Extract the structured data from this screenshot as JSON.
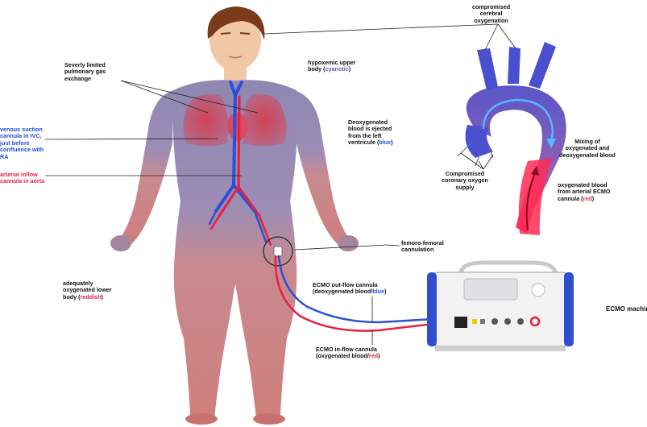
{
  "labels": {
    "cerebral": [
      "compromised",
      "cerebral",
      "oxygenation"
    ],
    "pulmonary": [
      "Severly limited",
      "pulmonary gas",
      "exchange"
    ],
    "hypoxemic": {
      "line1": "hypoxemic upper",
      "line2_pre": "body (",
      "line2_hl": "cyanotic",
      "line2_post": ")"
    },
    "deoxy_ejected": {
      "lines": [
        "Deoxygenated",
        "blood is ejected",
        "from the left"
      ],
      "last_pre": "ventricule (",
      "last_hl": "blue",
      "last_post": ")"
    },
    "venous_suction": [
      "venous suction",
      "cannula in IVC,",
      "just before",
      "confluence with",
      "RA"
    ],
    "arterial_inflow": [
      "arterial inflow",
      "cannula in aorta"
    ],
    "mixing": [
      "Mixing of",
      "oxygenated and",
      "deoxygenated blood"
    ],
    "coronary": [
      "Compromised",
      "coronary oxygen",
      "supply"
    ],
    "oxy_arterial": {
      "lines": [
        "oxygenated blood",
        "from arterial ECMO"
      ],
      "last_pre": "cannula (",
      "last_hl": "red",
      "last_post": ")"
    },
    "femoro": [
      "femoro-femoral",
      "cannulation"
    ],
    "lower_body": {
      "lines": [
        "adequately",
        "oxygenated lower"
      ],
      "last_pre": "body (",
      "last_hl": "reddish",
      "last_post": ")"
    },
    "outflow": {
      "line1": "ECMO out-flow cannula",
      "line2_pre": "(deoxygenated blood/",
      "line2_hl": "blue",
      "line2_post": ")"
    },
    "inflow": {
      "line1": "ECMO in-flow cannula",
      "line2_pre": "(oxygenated blood/",
      "line2_hl": "red",
      "line2_post": ")"
    },
    "ecmo_machine": "ECMO machin"
  },
  "colors": {
    "venous_blue": "#2b4fd6",
    "arterial_red": "#e8213f",
    "upper_body": "#8e88b3",
    "lower_body": "#d27f7e",
    "hair": "#7a3b1c",
    "skin": "#f2c7a6"
  }
}
